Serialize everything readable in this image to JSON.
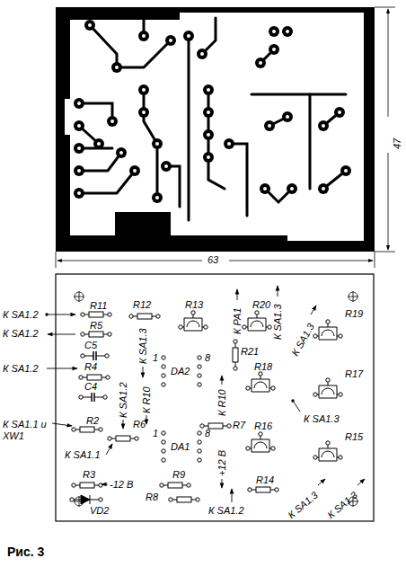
{
  "diagram": {
    "caption": "Рис. 3",
    "labels": [
      "47",
      "63",
      "К SA1.2",
      "К SA1.2",
      "К SA1.2",
      "К SA1.1 и XW1",
      "R11",
      "R5",
      "C5",
      "R4",
      "C4",
      "R2",
      "R6",
      "К SA1.1",
      "R3",
      "-12 В",
      "VD2",
      "R9",
      "R8",
      "К SA1.2",
      "R12",
      "К SA1.3",
      "К SA1.2",
      "К R10",
      "1",
      "DA2",
      "8",
      "1",
      "DA1",
      "8",
      "К R10",
      "R21",
      "R7",
      "+12 В",
      "R13",
      "К PA1",
      "R20",
      "К SA1.3",
      "К SA1.3",
      "R19",
      "R18",
      "R17",
      "К SA1.3",
      "R16",
      "R15",
      "R14",
      "К SA1.3",
      "К SA1.3"
    ]
  }
}
